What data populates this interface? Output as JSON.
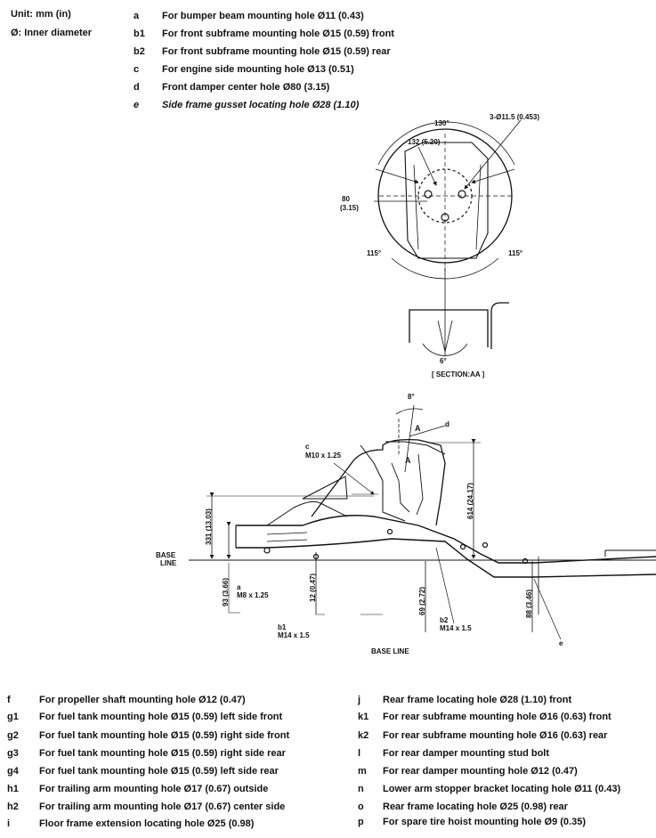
{
  "header": {
    "unit": "Unit: mm (in)",
    "inner_diameter": "Ø: Inner diameter"
  },
  "top_legend": [
    {
      "key": "a",
      "text": "For bumper beam mounting hole Ø11 (0.43)"
    },
    {
      "key": "b1",
      "text": "For front subframe mounting hole Ø15 (0.59) front"
    },
    {
      "key": "b2",
      "text": "For front subframe mounting hole Ø15 (0.59) rear"
    },
    {
      "key": "c",
      "text": "For engine side mounting hole Ø13 (0.51)"
    },
    {
      "key": "d",
      "text": "Front damper center hole Ø80 (3.15)"
    },
    {
      "key": "e",
      "text": "Side frame gusset locating hole Ø28 (1.10)"
    }
  ],
  "section_diagram": {
    "angle_top": "130°",
    "holes": "3-Ø11.5 (0.453)",
    "pcd_mm": "132 (5.20)",
    "dia_mm": "80",
    "dia_in": "(3.15)",
    "angle_left": "115°",
    "angle_right": "115°",
    "angle_small": "6°",
    "section_label": "[ SECTION:AA ]"
  },
  "side_view": {
    "angle_top": "8°",
    "label_a_upper": "A",
    "label_a_lower": "A",
    "label_d": "d",
    "label_c": "c",
    "c_thread": "M10 x 1.25",
    "dim_331": "331 (13.03)",
    "dim_614": "614 (24.17)",
    "base_line_left_1": "BASE",
    "base_line_left_2": "LINE",
    "dim_93": "93 (3.66)",
    "label_a": "a",
    "a_thread": "M8 x 1.25",
    "dim_12": "12 (0.47)",
    "dim_69": "69 (2.72)",
    "dim_88": "88 (3.46)",
    "label_b1": "b1",
    "b1_thread": "M14 x 1.5",
    "label_b2": "b2",
    "b2_thread": "M14 x 1.5",
    "label_e": "e",
    "base_line_bottom": "BASE LINE"
  },
  "bottom_legend_left": [
    {
      "key": "f",
      "text": "For propeller shaft mounting hole Ø12 (0.47)"
    },
    {
      "key": "g1",
      "text": "For fuel tank mounting hole Ø15 (0.59) left side front"
    },
    {
      "key": "g2",
      "text": "For fuel tank mounting hole Ø15 (0.59) right side front"
    },
    {
      "key": "g3",
      "text": "For fuel tank mounting hole Ø15 (0.59) right side rear"
    },
    {
      "key": "g4",
      "text": "For fuel tank mounting hole Ø15 (0.59) left side rear"
    },
    {
      "key": "h1",
      "text": "For trailing arm mounting hole Ø17 (0.67) outside"
    },
    {
      "key": "h2",
      "text": "For trailing arm mounting hole Ø17 (0.67) center side"
    },
    {
      "key": "i",
      "text": "Floor frame extension locating hole Ø25 (0.98)"
    }
  ],
  "bottom_legend_right": [
    {
      "key": "j",
      "text": "Rear frame locating hole Ø28 (1.10) front"
    },
    {
      "key": "k1",
      "text": "For rear subframe mounting hole Ø16 (0.63) front"
    },
    {
      "key": "k2",
      "text": "For rear subframe mounting hole Ø16 (0.63) rear"
    },
    {
      "key": "l",
      "text": "For rear damper mounting stud bolt"
    },
    {
      "key": "m",
      "text": "For rear damper mounting hole Ø12 (0.47)"
    },
    {
      "key": "n",
      "text": "Lower arm stopper bracket locating hole Ø11 (0.43)"
    },
    {
      "key": "o",
      "text": "Rear frame locating hole Ø25 (0.98) rear"
    },
    {
      "key": "p",
      "text": "For spare tire hoist mounting hole Ø9 (0.35)"
    }
  ]
}
